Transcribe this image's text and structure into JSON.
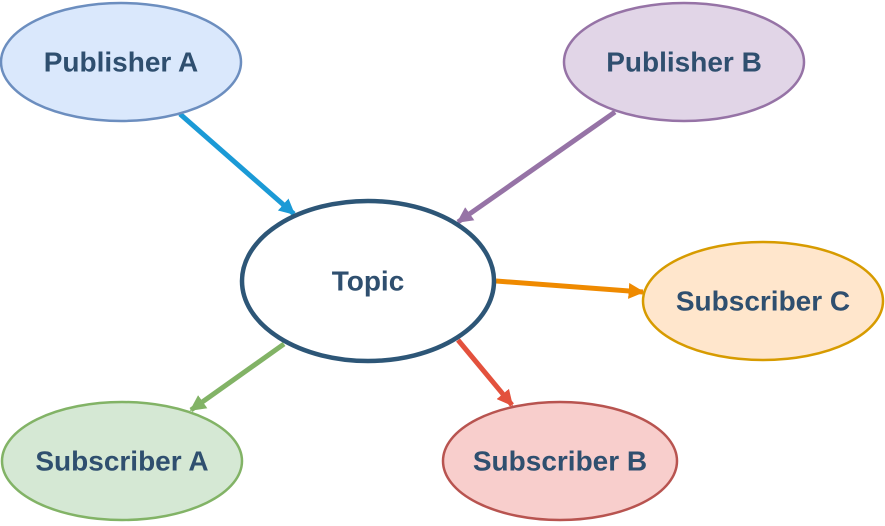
{
  "diagram": {
    "nodes": {
      "publisher_a": {
        "label": "Publisher A",
        "fill": "#dae8fc",
        "stroke": "#6c8ebf"
      },
      "publisher_b": {
        "label": "Publisher B",
        "fill": "#e1d5e7",
        "stroke": "#9673a6"
      },
      "topic": {
        "label": "Topic",
        "fill": "#ffffff",
        "stroke": "#2d5677"
      },
      "subscriber_a": {
        "label": "Subscriber A",
        "fill": "#d5e8d4",
        "stroke": "#82b366"
      },
      "subscriber_b": {
        "label": "Subscriber B",
        "fill": "#f8cecc",
        "stroke": "#b85450"
      },
      "subscriber_c": {
        "label": "Subscriber C",
        "fill": "#ffe6cc",
        "stroke": "#d79b00"
      }
    },
    "edges": [
      {
        "from": "publisher_a",
        "to": "topic",
        "color": "#1b9ad6"
      },
      {
        "from": "publisher_b",
        "to": "topic",
        "color": "#9673a6"
      },
      {
        "from": "topic",
        "to": "subscriber_c",
        "color": "#ef8a00"
      },
      {
        "from": "topic",
        "to": "subscriber_a",
        "color": "#82b366"
      },
      {
        "from": "topic",
        "to": "subscriber_b",
        "color": "#e3513d"
      }
    ],
    "label_color": "#2f4f6f"
  }
}
